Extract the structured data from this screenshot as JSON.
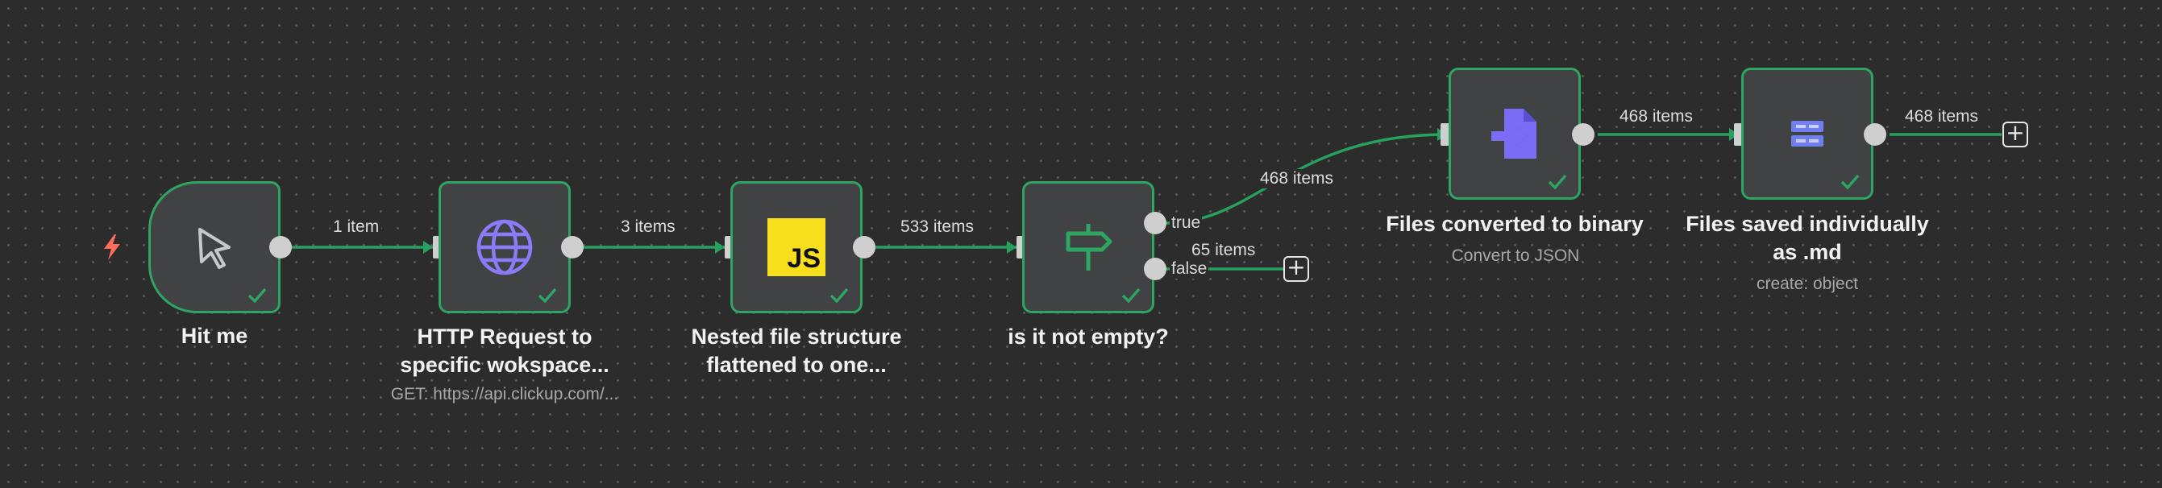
{
  "nodes": {
    "trigger": {
      "title": "Hit me"
    },
    "http": {
      "title_line1": "HTTP Request to",
      "title_line2": "specific wokspace...",
      "subtitle": "GET: https://api.clickup.com/..."
    },
    "code": {
      "title_line1": "Nested file structure",
      "title_line2": "flattened to one...",
      "icon_text": "JS"
    },
    "if": {
      "title": "is it not empty?",
      "true_label": "true",
      "false_label": "false"
    },
    "convert": {
      "title": "Files converted to binary",
      "subtitle": "Convert to JSON"
    },
    "save": {
      "title_line1": "Files saved individually",
      "title_line2": "as .md",
      "subtitle": "create: object"
    }
  },
  "edges": {
    "trigger_http": "1 item",
    "http_code": "3 items",
    "code_if": "533 items",
    "if_true": "468 items",
    "if_false": "65 items",
    "convert_save": "468 items",
    "save_out": "468 items"
  },
  "colors": {
    "success": "#2ea561",
    "edge": "#27a25e",
    "accent_purple": "#7b6cf6",
    "js_yellow": "#f7df1e"
  },
  "icons": {
    "trigger": "cursor-icon",
    "http": "globe-icon",
    "code": "javascript-icon",
    "if": "signpost-icon",
    "convert": "file-import-icon",
    "save": "storage-icon"
  }
}
